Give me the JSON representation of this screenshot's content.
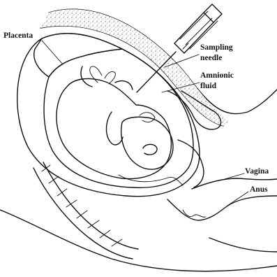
{
  "labels": {
    "placenta": "Placenta",
    "sampling_needle_line1": "Sampling",
    "sampling_needle_line2": "needle",
    "amnionic_fluid_line1": "Amnionic",
    "amnionic_fluid_line2": "fluid",
    "vagina": "Vagina",
    "anus": "Anus"
  }
}
